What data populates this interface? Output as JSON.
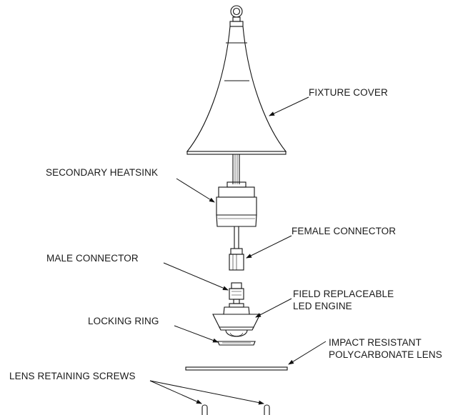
{
  "diagram": {
    "labels": {
      "fixture_cover": "FIXTURE COVER",
      "secondary_heatsink": "SECONDARY HEATSINK",
      "female_connector": "FEMALE CONNECTOR",
      "male_connector": "MALE CONNECTOR",
      "field_replaceable_line1": "FIELD REPLACEABLE",
      "field_replaceable_line2": "LED ENGINE",
      "locking_ring": "LOCKING RING",
      "impact_resistant_line1": "IMPACT RESISTANT",
      "impact_resistant_line2": "POLYCARBONATE LENS",
      "lens_retaining_screws": "LENS RETAINING SCREWS"
    }
  }
}
